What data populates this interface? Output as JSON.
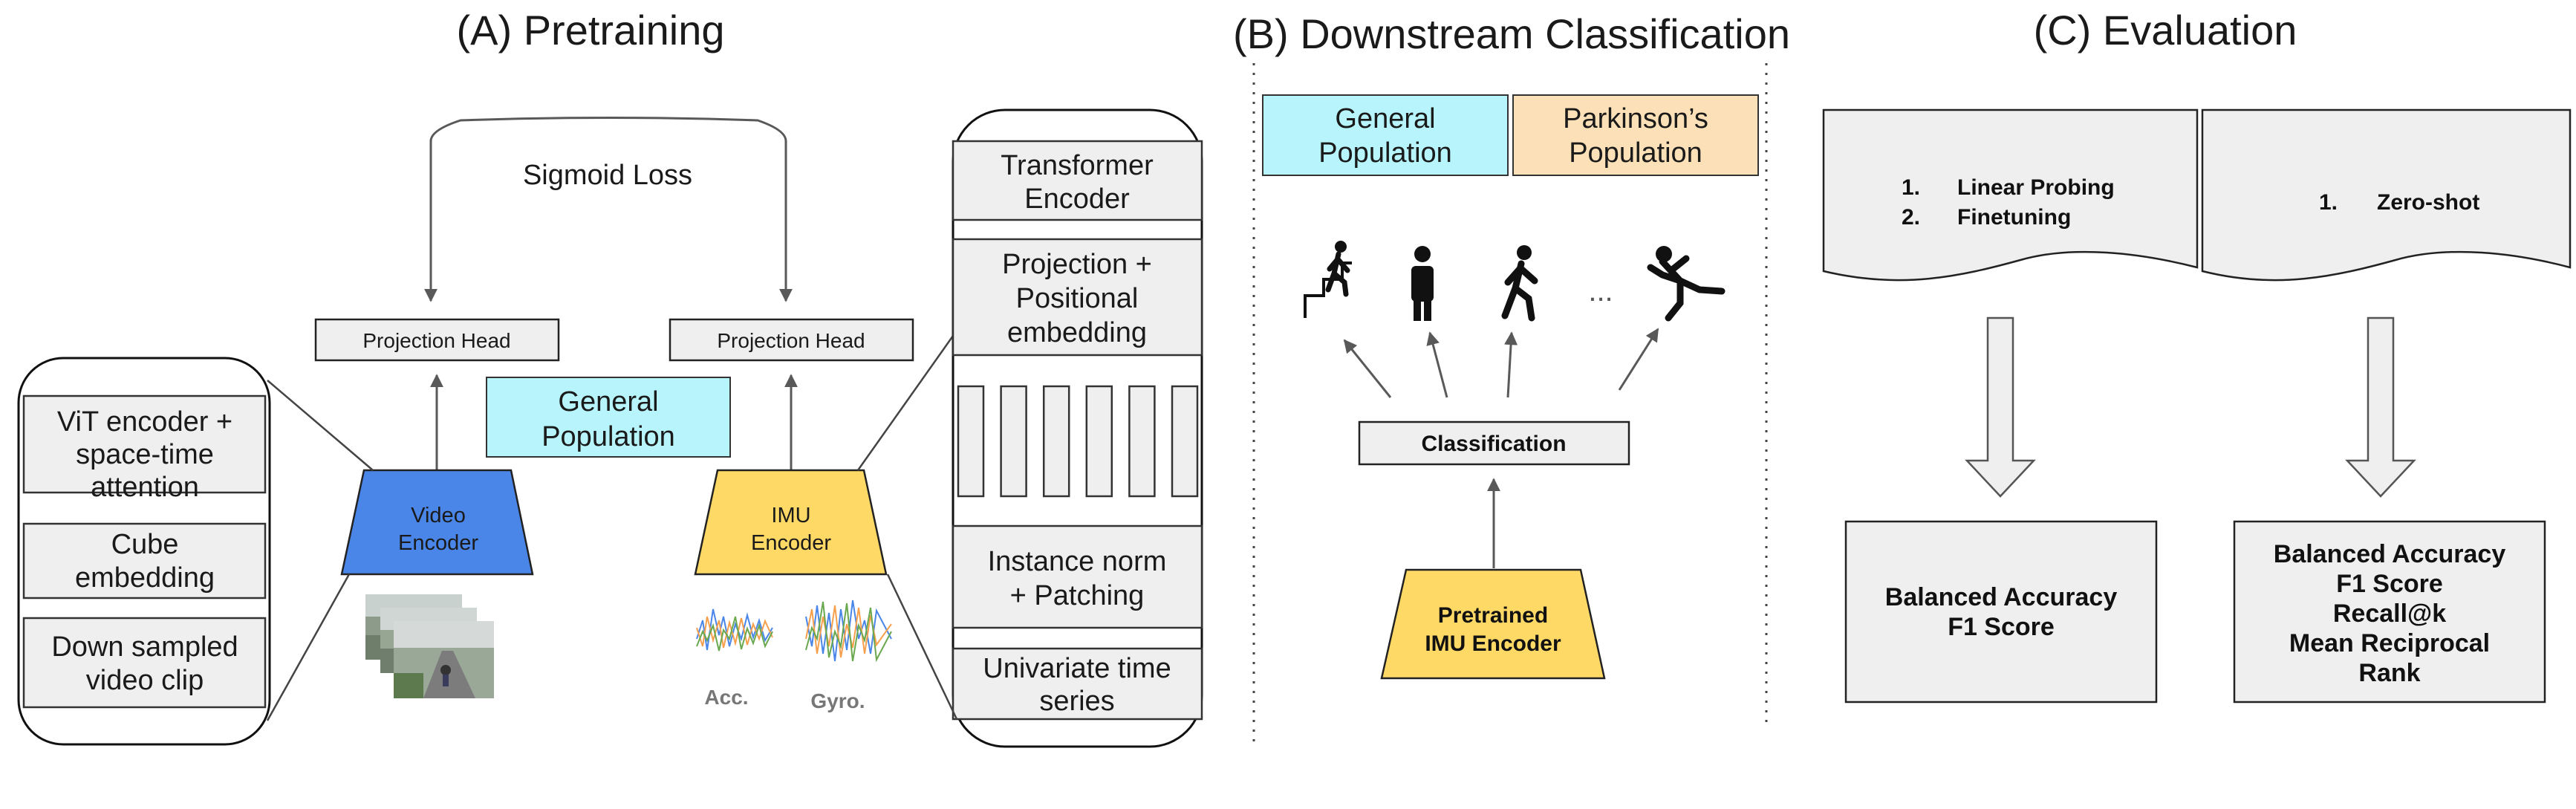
{
  "sections": {
    "pretraining": "(A) Pretraining",
    "downstream": "(B) Downstream Classification",
    "evaluation": "(C) Evaluation"
  },
  "pretraining": {
    "loss_label": "Sigmoid Loss",
    "projection_head_video": "Projection Head",
    "projection_head_imu": "Projection Head",
    "general_population": [
      "General",
      "Population"
    ],
    "video_encoder": [
      "Video",
      "Encoder"
    ],
    "imu_encoder": [
      "IMU",
      "Encoder"
    ],
    "video_stack": [
      [
        "ViT encoder +",
        "space-time",
        "attention"
      ],
      [
        "Cube",
        "embedding"
      ],
      [
        "Down sampled",
        "video clip"
      ]
    ],
    "imu_stack": {
      "transformer": [
        "Transformer",
        "Encoder"
      ],
      "projection": [
        "Projection +",
        "Positional",
        "embedding"
      ],
      "patch_count": 6,
      "norm": [
        "Instance norm",
        "+ Patching"
      ],
      "series": [
        "Univariate time",
        "series"
      ]
    },
    "sensors": {
      "acc": "Acc.",
      "gyro": "Gyro."
    }
  },
  "downstream": {
    "general_population": [
      "General",
      "Population"
    ],
    "parkinsons_population": [
      "Parkinson’s",
      "Population"
    ],
    "activity_icons": [
      "stairs-climbing-icon",
      "standing-person-icon",
      "walking-person-icon",
      "ellipsis-icon",
      "falling-person-icon"
    ],
    "ellipsis": "...",
    "classification": "Classification",
    "pretrained_encoder": [
      "Pretrained",
      "IMU Encoder"
    ]
  },
  "evaluation": {
    "left_doc": [
      "1.",
      "Linear Probing",
      "2.",
      "Finetuning"
    ],
    "right_doc": [
      "1.",
      "Zero-shot"
    ],
    "left_metrics": [
      "Balanced Accuracy",
      "F1 Score"
    ],
    "right_metrics": [
      "Balanced Accuracy",
      "F1 Score",
      "Recall@k",
      "Mean Reciprocal",
      "Rank"
    ]
  },
  "colors": {
    "video_encoder": "#4a86e8",
    "imu_encoder": "#ffd966",
    "general_population": "#b7f4fb",
    "parkinsons_population": "#fce1b8",
    "box_fill": "#efefef",
    "arrow": "#595959"
  }
}
